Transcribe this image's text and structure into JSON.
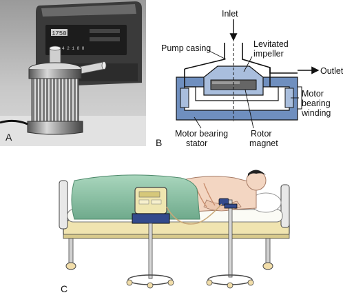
{
  "panels": {
    "a": "A",
    "b": "B",
    "c": "C"
  },
  "device_display": {
    "line1": "1750",
    "line2": "4 2 1  8 8"
  },
  "pump_diagram": {
    "inlet": "Inlet",
    "pump_casing": "Pump casing",
    "levitated_impeller_1": "Levitated",
    "levitated_impeller_2": "impeller",
    "outlet": "Outlet",
    "motor_bearing_winding_1": "Motor",
    "motor_bearing_winding_2": "bearing",
    "motor_bearing_winding_3": "winding",
    "motor_bearing_stator_1": "Motor bearing",
    "motor_bearing_stator_2": "stator",
    "rotor_magnet_1": "Rotor",
    "rotor_magnet_2": "magnet"
  },
  "colors": {
    "motor_blue": "#6f8fbf",
    "motor_blue_light": "#a9bedd",
    "sheet_green": "#8fc4a8",
    "skin": "#f3d6c2",
    "console_yellow": "#efe6b0",
    "bed_frame": "#f0e4b0"
  }
}
